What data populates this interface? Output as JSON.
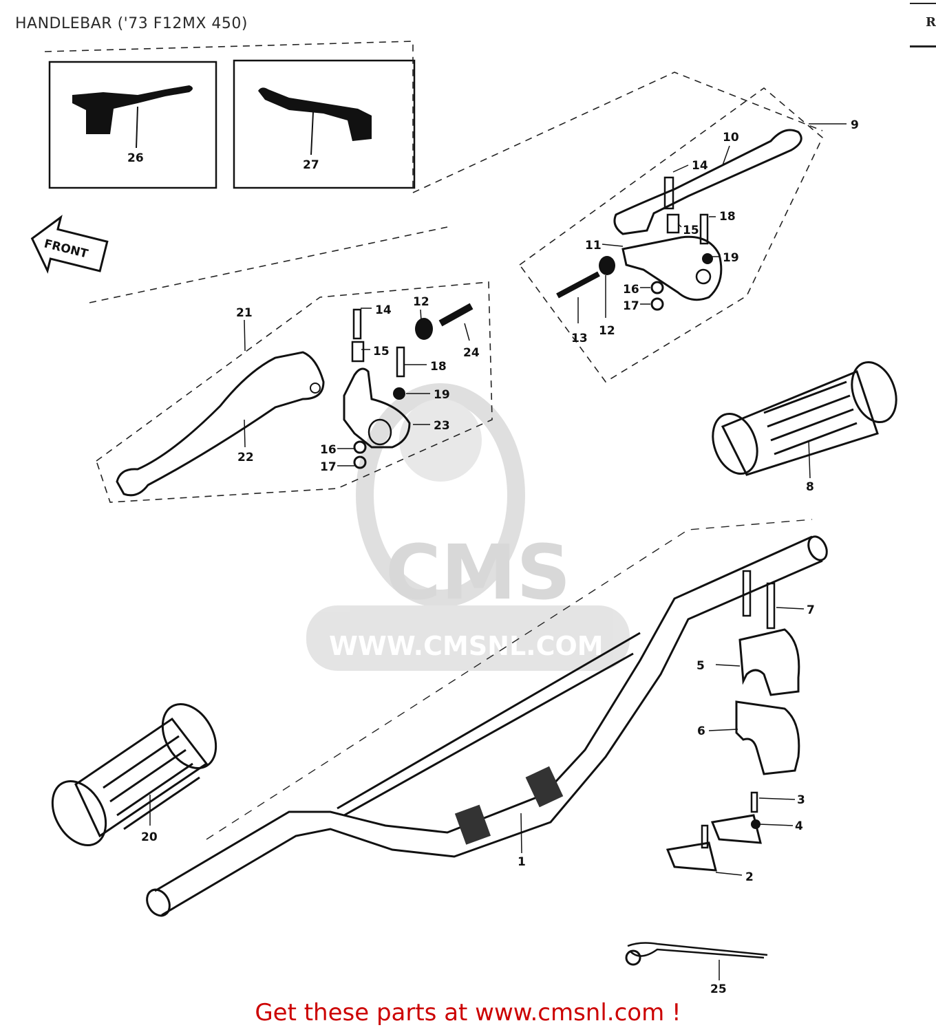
{
  "header": {
    "title": "HANDLEBAR  ('73 F12MX 450)",
    "corner_mark": "R"
  },
  "watermark": {
    "logo_text": "CMS",
    "url_text": "WWW.CMSNL.COM"
  },
  "front_arrow": "FRONT",
  "parts": [
    {
      "ref": "1"
    },
    {
      "ref": "2"
    },
    {
      "ref": "3"
    },
    {
      "ref": "4"
    },
    {
      "ref": "5"
    },
    {
      "ref": "6"
    },
    {
      "ref": "7"
    },
    {
      "ref": "8"
    },
    {
      "ref": "9"
    },
    {
      "ref": "10"
    },
    {
      "ref": "11"
    },
    {
      "ref": "12"
    },
    {
      "ref": "13"
    },
    {
      "ref": "14"
    },
    {
      "ref": "15"
    },
    {
      "ref": "16"
    },
    {
      "ref": "17"
    },
    {
      "ref": "18"
    },
    {
      "ref": "19"
    },
    {
      "ref": "20"
    },
    {
      "ref": "21"
    },
    {
      "ref": "22"
    },
    {
      "ref": "23"
    },
    {
      "ref": "24"
    },
    {
      "ref": "25"
    },
    {
      "ref": "26"
    },
    {
      "ref": "27"
    }
  ],
  "footer": {
    "cta": "Get these parts at www.cmsnl.com !"
  },
  "colors": {
    "line": "#111111",
    "watermark": "#d8d8d8",
    "footer": "#cc0000"
  }
}
